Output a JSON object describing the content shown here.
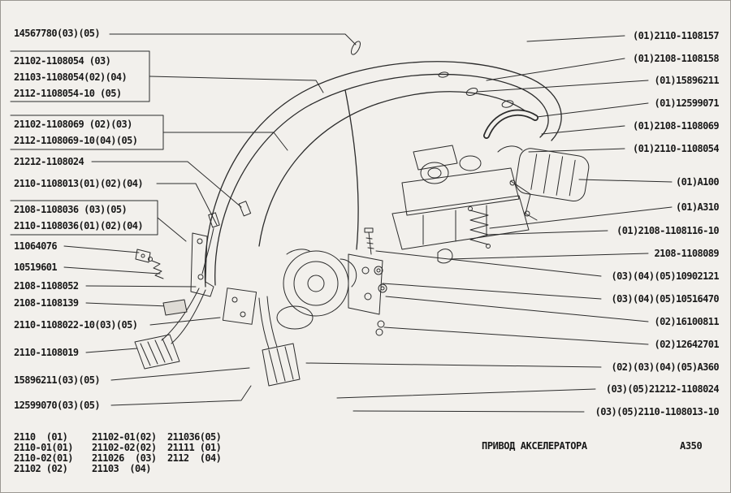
{
  "title_block": {
    "title": "ПРИВОД АКСЕЛЕРАТОРА",
    "code": "А350"
  },
  "labels_left": [
    "14567780(03)(05)",
    "21102-1108054 (03)",
    "21103-1108054(02)(04)",
    "2112-1108054-10 (05)",
    "21102-1108069 (02)(03)",
    "2112-1108069-10(04)(05)",
    "21212-1108024",
    "2110-1108013(01)(02)(04)",
    "2108-1108036 (03)(05)",
    "2110-1108036(01)(02)(04)",
    "11064076",
    "10519601",
    "2108-1108052",
    "2108-1108139",
    "2110-1108022-10(03)(05)",
    "2110-1108019",
    "15896211(03)(05)",
    "12599070(03)(05)"
  ],
  "labels_right": [
    "(01)2110-1108157",
    "(01)2108-1108158",
    "(01)15896211",
    "(01)12599071",
    "(01)2108-1108069",
    "(01)2110-1108054",
    "(01)А100",
    "(01)А310",
    "(01)2108-1108116-10",
    "2108-1108089",
    "(03)(04)(05)10902121",
    "(03)(04)(05)10516470",
    "(02)16100811",
    "(02)12642701",
    "(02)(03)(04)(05)А360",
    "(03)(05)21212-1108024",
    "(03)(05)2110-1108013-10"
  ],
  "legend": {
    "col1": [
      "2110  (01)",
      "2110-01(01)",
      "2110-02(01)",
      "21102 (02)"
    ],
    "col2": [
      "21102-01(02)",
      "21102-02(02)",
      "211026  (03)",
      "21103  (04)"
    ],
    "col3": [
      "211036(05)",
      "21111 (01)",
      "2112  (04)"
    ]
  }
}
